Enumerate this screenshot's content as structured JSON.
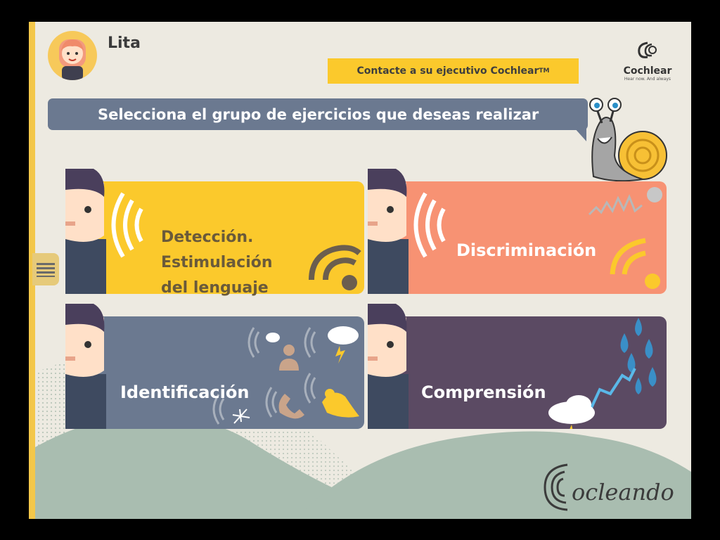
{
  "user": {
    "name": "Lita"
  },
  "header": {
    "contact_label": "Contacte a su ejecutivo Cochlear",
    "contact_tm": "TM",
    "logo_brand": "Cochlear",
    "logo_tagline": "Hear now. And always"
  },
  "prompt": {
    "text": "Selecciona el grupo de ejercicios que deseas realizar"
  },
  "cards": [
    {
      "lines": [
        "Detección.",
        "Estimulación",
        "del lenguaje"
      ],
      "color": "#fbc92c",
      "text_color": "#6a5a3a"
    },
    {
      "lines": [
        "Discriminación"
      ],
      "color": "#f79273",
      "text_color": "#ffffff"
    },
    {
      "lines": [
        "Identificación"
      ],
      "color": "#6b7990",
      "text_color": "#ffffff"
    },
    {
      "lines": [
        "Comprensión"
      ],
      "color": "#5b4a63",
      "text_color": "#ffffff"
    }
  ],
  "footer": {
    "brand": "Cocleando"
  },
  "colors": {
    "background": "#edeae1",
    "hill": "#a9bdb0",
    "accent": "#f3c74a"
  },
  "icons": [
    "menu-icon",
    "snail-mascot",
    "cochlear-logo-icon",
    "sound-waves-icon",
    "wifi-icon",
    "noise-wave-icon",
    "speech-bubble-icon",
    "person-icon",
    "cloud-storm-icon",
    "mosquito-icon",
    "phone-icon",
    "bird-icon",
    "raindrops-icon",
    "trend-arrow-icon"
  ]
}
